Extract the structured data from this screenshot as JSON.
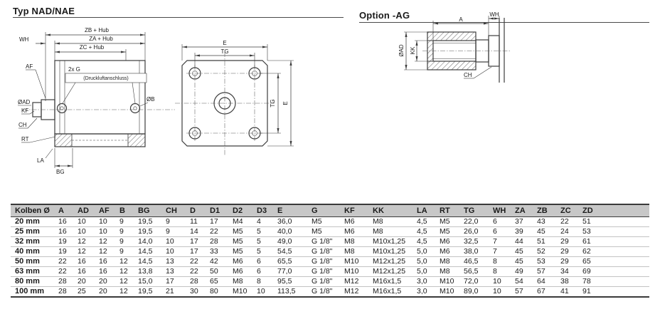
{
  "page": {
    "title": "Typ NAD/NAE",
    "option_title": "Option -AG"
  },
  "drawings": {
    "side_view": {
      "zb": "ZB + Hub",
      "za": "ZA + Hub",
      "zc": "ZC + Hub",
      "wh": "WH",
      "af": "AF",
      "ad": "ØAD",
      "kf": "KF",
      "ch": "CH",
      "rt": "RT",
      "la": "LA",
      "bg": "BG",
      "g2": "2x G",
      "g_note": "(Druckluftanschluss)",
      "b": "ØB"
    },
    "front_view": {
      "e_top": "E",
      "tg_top": "TG",
      "tg_right": "TG",
      "e_right": "E"
    },
    "option_ag": {
      "a": "A",
      "wh": "WH",
      "ad": "ØAD",
      "kk": "KK",
      "ch": "CH"
    }
  },
  "table": {
    "headers": [
      "Kolben Ø",
      "A",
      "AD",
      "AF",
      "B",
      "BG",
      "CH",
      "D",
      "D1",
      "D2",
      "D3",
      "E",
      "G",
      "KF",
      "KK",
      "LA",
      "RT",
      "TG",
      "WH",
      "ZA",
      "ZB",
      "ZC",
      "ZD"
    ],
    "rows": [
      [
        "20 mm",
        "16",
        "10",
        "10",
        "9",
        "19,5",
        "9",
        "11",
        "17",
        "M4",
        "4",
        "36,0",
        "M5",
        "M6",
        "M8",
        "4,5",
        "M5",
        "22,0",
        "6",
        "37",
        "43",
        "22",
        "51"
      ],
      [
        "25 mm",
        "16",
        "10",
        "10",
        "9",
        "19,5",
        "9",
        "14",
        "22",
        "M5",
        "5",
        "40,0",
        "M5",
        "M6",
        "M8",
        "4,5",
        "M5",
        "26,0",
        "6",
        "39",
        "45",
        "24",
        "53"
      ],
      [
        "32 mm",
        "19",
        "12",
        "12",
        "9",
        "14,0",
        "10",
        "17",
        "28",
        "M5",
        "5",
        "49,0",
        "G 1/8\"",
        "M8",
        "M10x1,25",
        "4,5",
        "M6",
        "32,5",
        "7",
        "44",
        "51",
        "29",
        "61"
      ],
      [
        "40 mm",
        "19",
        "12",
        "12",
        "9",
        "14,5",
        "10",
        "17",
        "33",
        "M5",
        "5",
        "54,5",
        "G 1/8\"",
        "M8",
        "M10x1,25",
        "5,0",
        "M6",
        "38,0",
        "7",
        "45",
        "52",
        "29",
        "62"
      ],
      [
        "50 mm",
        "22",
        "16",
        "16",
        "12",
        "14,5",
        "13",
        "22",
        "42",
        "M6",
        "6",
        "65,5",
        "G 1/8\"",
        "M10",
        "M12x1,25",
        "5,0",
        "M8",
        "46,5",
        "8",
        "45",
        "53",
        "29",
        "65"
      ],
      [
        "63 mm",
        "22",
        "16",
        "16",
        "12",
        "13,8",
        "13",
        "22",
        "50",
        "M6",
        "6",
        "77,0",
        "G 1/8\"",
        "M10",
        "M12x1,25",
        "5,0",
        "M8",
        "56,5",
        "8",
        "49",
        "57",
        "34",
        "69"
      ],
      [
        "80 mm",
        "28",
        "20",
        "20",
        "12",
        "15,0",
        "17",
        "28",
        "65",
        "M8",
        "8",
        "95,5",
        "G 1/8\"",
        "M12",
        "M16x1,5",
        "3,0",
        "M10",
        "72,0",
        "10",
        "54",
        "64",
        "38",
        "78"
      ],
      [
        "100 mm",
        "28",
        "25",
        "20",
        "12",
        "19,5",
        "21",
        "30",
        "80",
        "M10",
        "10",
        "113,5",
        "G 1/8\"",
        "M12",
        "M16x1,5",
        "3,0",
        "M10",
        "89,0",
        "10",
        "57",
        "67",
        "41",
        "91"
      ]
    ]
  }
}
